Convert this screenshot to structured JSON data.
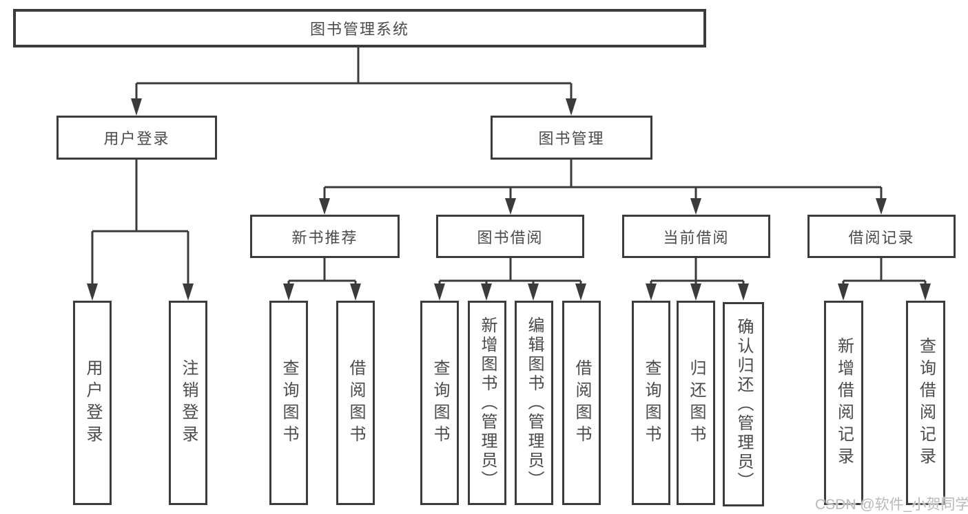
{
  "colors": {
    "line": "#3b3b3b",
    "text": "#4a4a4a",
    "watermark": "#b9b9b9",
    "background": "#ffffff"
  },
  "watermark": {
    "text": "CSDN @软件_小贺同学"
  },
  "tree": {
    "label": "图书管理系统",
    "children": [
      {
        "label": "用户登录",
        "children": [
          {
            "label": "用户登录"
          },
          {
            "label": "注销登录"
          }
        ]
      },
      {
        "label": "图书管理",
        "children": [
          {
            "label": "新书推荐",
            "children": [
              {
                "label": "查询图书"
              },
              {
                "label": "借阅图书"
              }
            ]
          },
          {
            "label": "图书借阅",
            "children": [
              {
                "label": "查询图书"
              },
              {
                "label": "新增图书（管理员）"
              },
              {
                "label": "编辑图书（管理员）"
              },
              {
                "label": "借阅图书"
              }
            ]
          },
          {
            "label": "当前借阅",
            "children": [
              {
                "label": "查询图书"
              },
              {
                "label": "归还图书"
              },
              {
                "label": "确认归还（管理员）"
              }
            ]
          },
          {
            "label": "借阅记录",
            "children": [
              {
                "label": "新增借阅记录"
              },
              {
                "label": "查询借阅记录"
              }
            ]
          }
        ]
      }
    ]
  }
}
